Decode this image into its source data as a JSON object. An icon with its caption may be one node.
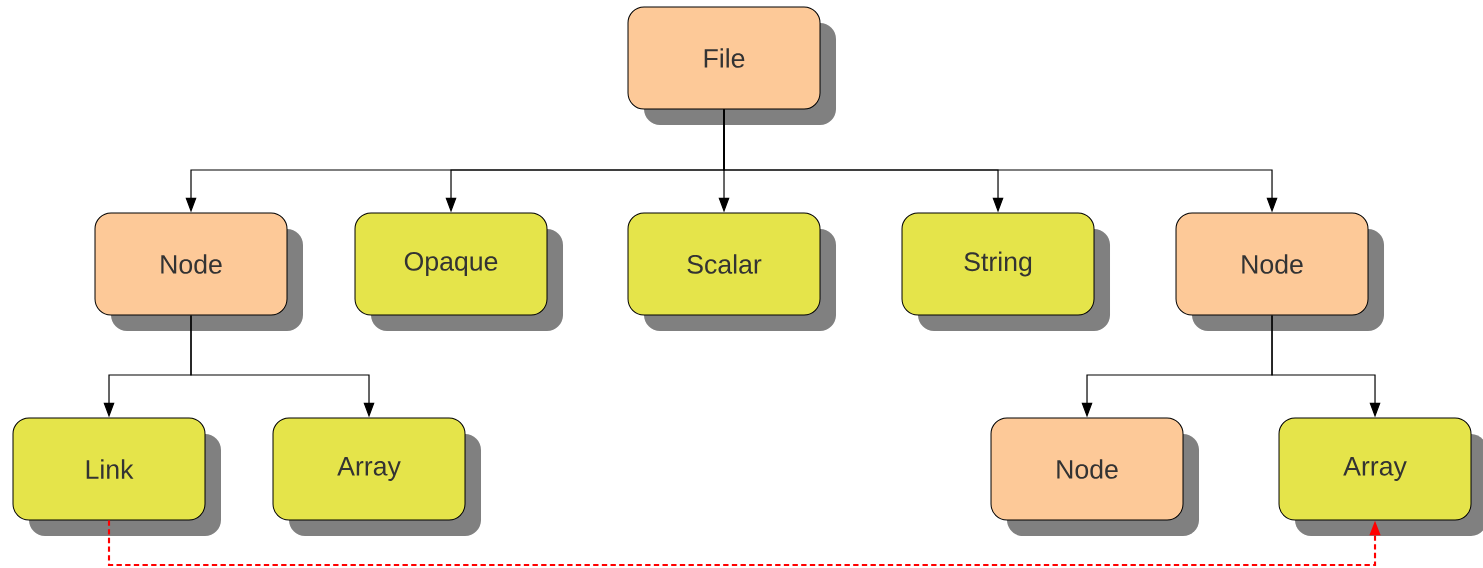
{
  "diagram": {
    "nodes": [
      {
        "text": [
          "File"
        ]
      },
      {
        "text": [
          "Node"
        ]
      },
      {
        "text": [
          "Opaque"
        ]
      },
      {
        "text": [
          "Scalar"
        ]
      },
      {
        "text": [
          "String"
        ]
      },
      {
        "text": [
          "Node"
        ]
      },
      {
        "text": [
          "Link"
        ]
      },
      {
        "text": [
          "Array"
        ]
      },
      {
        "text": [
          "Node"
        ]
      },
      {
        "text": [
          "Array"
        ]
      }
    ],
    "edges": [
      {
        "from": 0,
        "to": 1,
        "arrow": "to"
      },
      {
        "from": 0,
        "to": 2,
        "arrow": "to"
      },
      {
        "from": 0,
        "to": 3,
        "arrow": "to"
      },
      {
        "from": 0,
        "to": 4,
        "arrow": "to"
      },
      {
        "from": 0,
        "to": 5,
        "arrow": "to"
      },
      {
        "from": 1,
        "to": 6,
        "arrow": "to"
      },
      {
        "from": 1,
        "to": 7,
        "arrow": "to"
      },
      {
        "from": 5,
        "to": 8,
        "arrow": "to"
      },
      {
        "from": 5,
        "to": 9,
        "arrow": "to"
      },
      {
        "from": 6,
        "to": 9,
        "arrow": "to",
        "style": "dashed",
        "color": "#ff0000"
      }
    ]
  }
}
